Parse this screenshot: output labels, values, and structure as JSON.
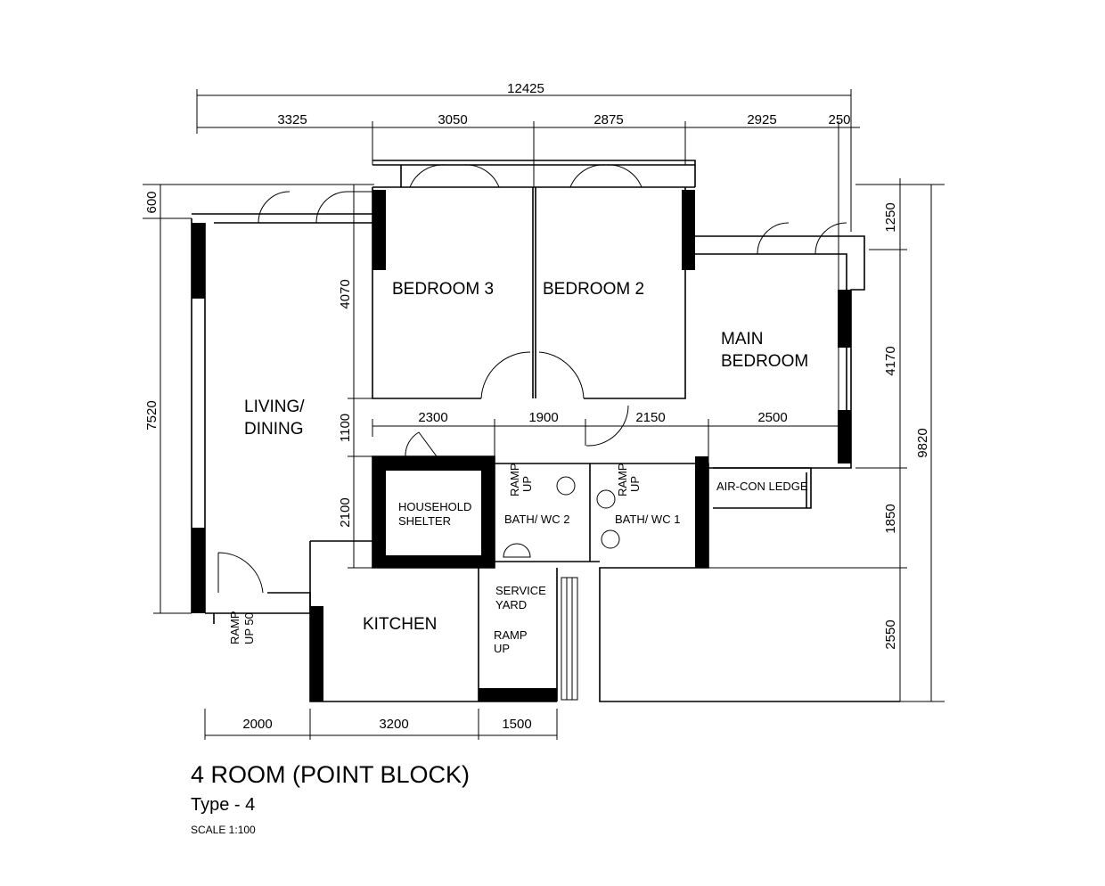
{
  "title": "4 ROOM (POINT BLOCK)",
  "subtitle": "Type - 4",
  "scale": "SCALE 1:100",
  "rooms": {
    "bedroom3": "BEDROOM  3",
    "bedroom2": "BEDROOM  2",
    "main_bedroom_1": "MAIN",
    "main_bedroom_2": "BEDROOM",
    "living_1": "LIVING/",
    "living_2": "DINING",
    "shelter_1": "HOUSEHOLD",
    "shelter_2": "SHELTER",
    "bath2": "BATH/ WC  2",
    "bath1": "BATH/ WC  1",
    "aircon": "AIR-CON LEDGE",
    "kitchen": "KITCHEN",
    "service_1": "SERVICE",
    "service_2": "YARD",
    "ramp": "RAMP",
    "up": "UP",
    "up50": "UP 50"
  },
  "dimensions": {
    "overall_width": "12425",
    "top": [
      "3325",
      "3050",
      "2875",
      "2925",
      "250"
    ],
    "middle": [
      "2300",
      "1900",
      "2150",
      "2500"
    ],
    "bottom": [
      "2000",
      "3200",
      "1500"
    ],
    "left_outer": [
      "600",
      "7520"
    ],
    "left_inner": [
      "4070",
      "1100",
      "2100"
    ],
    "right_inner": [
      "1250",
      "4170",
      "1850",
      "2550"
    ],
    "overall_depth": "9820"
  }
}
